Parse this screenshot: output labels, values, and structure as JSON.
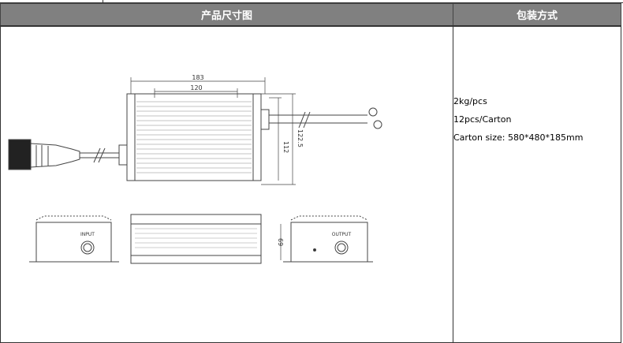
{
  "table": {
    "headers": [
      "产品尺寸图",
      "包装方式"
    ],
    "packaging": [
      "2kg/pcs",
      "12pcs/Carton",
      "Carton size: 580*480*185mm"
    ]
  },
  "drawing": {
    "dim_183": "183",
    "dim_120": "120",
    "dim_112": "112",
    "dim_122_5": "122.5",
    "dim_69": "69",
    "input_label": "INPUT",
    "output_label": "OUTPUT"
  }
}
